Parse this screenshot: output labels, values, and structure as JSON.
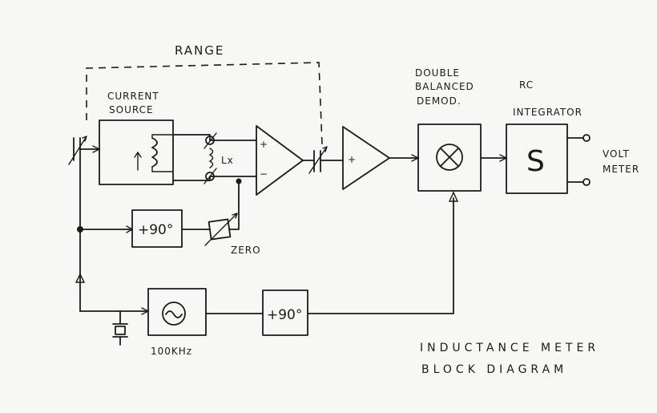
{
  "labels": {
    "range": "RANGE",
    "current_source_1": "CURRENT",
    "current_source_2": "SOURCE",
    "lx": "Lx",
    "zero": "ZERO",
    "phase_shift_a": "+90°",
    "phase_shift_b": "+90°",
    "oscillator_freq": "100KHz",
    "demod_1": "DOUBLE",
    "demod_2": "BALANCED",
    "demod_3": "DEMOD.",
    "integrator_1": "RC",
    "integrator_2": "INTEGRATOR",
    "integrator_symbol": "S",
    "voltmeter_1": "VOLT",
    "voltmeter_2": "METER",
    "opamp_plus": "+",
    "opamp_minus": "−",
    "buffer_plus": "+",
    "title_1": "INDUCTANCE METER",
    "title_2": "BLOCK DIAGRAM"
  }
}
